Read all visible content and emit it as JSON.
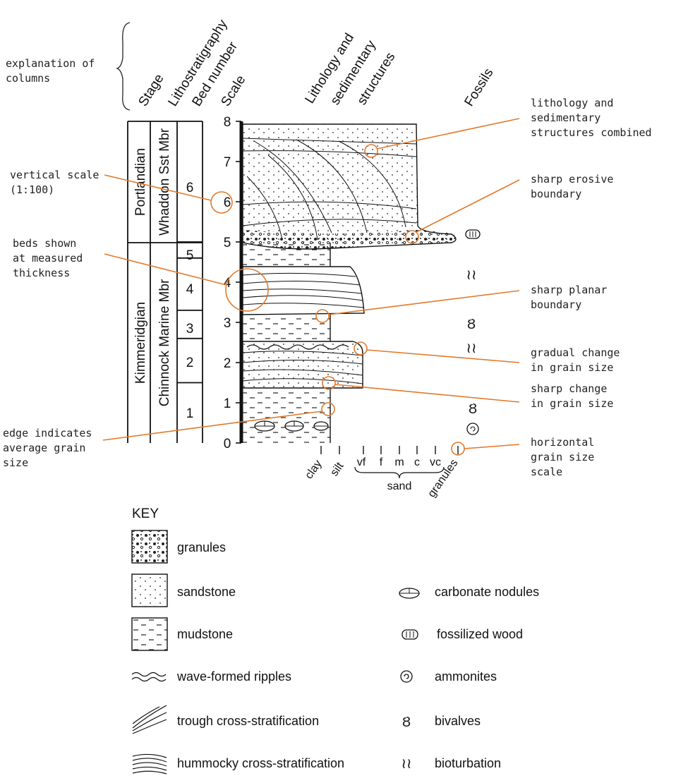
{
  "column_headers": {
    "stage": "Stage",
    "lithostratigraphy": "Lithostratigraphy",
    "bed_number": "Bed number",
    "scale": "Scale",
    "lithology_line1": "Lithology and",
    "lithology_line2": "sedimentary",
    "lithology_line3": "structures",
    "fossils": "Fossils"
  },
  "explanation": {
    "line1": "explanation of",
    "line2": "columns"
  },
  "stages": [
    {
      "label": "Portlandian",
      "from_m": 5.0,
      "to_m": 8.0
    },
    {
      "label": "Kimmeridgian",
      "from_m": 0.0,
      "to_m": 5.0
    }
  ],
  "members": [
    {
      "label": "Whaddon Sst Mbr",
      "from_m": 5.0,
      "to_m": 8.0
    },
    {
      "label": "Chinnock Marine Mbr",
      "from_m": 0.0,
      "to_m": 5.0
    }
  ],
  "beds": [
    {
      "number": "6",
      "from_m": 5.0,
      "to_m": 8.0
    },
    {
      "number": "5",
      "from_m": 4.6,
      "to_m": 5.0
    },
    {
      "number": "4",
      "from_m": 3.3,
      "to_m": 4.6
    },
    {
      "number": "3",
      "from_m": 2.6,
      "to_m": 3.3
    },
    {
      "number": "2",
      "from_m": 1.5,
      "to_m": 2.6
    },
    {
      "number": "1",
      "from_m": 0.0,
      "to_m": 1.5
    }
  ],
  "scale_ticks": [
    "0",
    "1",
    "2",
    "3",
    "4",
    "5",
    "6",
    "7",
    "8"
  ],
  "grain_size": {
    "clay": "clay",
    "silt": "silt",
    "vf": "vf",
    "f": "f",
    "m": "m",
    "c": "c",
    "vc": "vc",
    "sand": "sand",
    "granules": "granules"
  },
  "annotations_left": {
    "vertical_scale_1": "vertical scale",
    "vertical_scale_2": "(1:100)",
    "beds_shown_1": "beds shown",
    "beds_shown_2": "at measured",
    "beds_shown_3": "thickness",
    "edge_1": "edge indicates",
    "edge_2": "average grain",
    "edge_3": "size"
  },
  "annotations_right": {
    "lith_1": "lithology and",
    "lith_2": "sedimentary",
    "lith_3": "structures combined",
    "erosive_1": "sharp erosive",
    "erosive_2": "boundary",
    "planar_1": "sharp planar",
    "planar_2": "boundary",
    "gradual_1": "gradual change",
    "gradual_2": "in grain size",
    "sharpchange_1": "sharp change",
    "sharpchange_2": "in grain size",
    "horiz_1": "horizontal",
    "horiz_2": "grain size",
    "horiz_3": "scale"
  },
  "key": {
    "title": "KEY",
    "items": {
      "granules": "granules",
      "sandstone": "sandstone",
      "mudstone": "mudstone",
      "ripples": "wave-formed ripples",
      "trough": "trough cross-stratification",
      "hummocky": "hummocky cross-stratification",
      "nodules": "carbonate nodules",
      "wood": "fossilized wood",
      "ammonites": "ammonites",
      "bivalves": "bivalves",
      "bioturbation": "bioturbation"
    }
  },
  "colors": {
    "highlight": "#e07a2c",
    "ink": "#111111"
  }
}
